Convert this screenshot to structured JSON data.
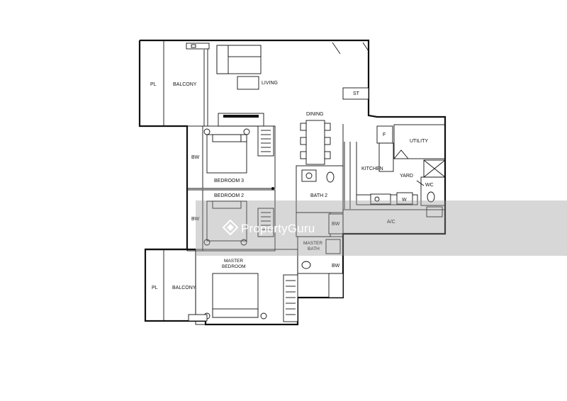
{
  "floorplan": {
    "rooms": {
      "living": "LIVING",
      "dining": "DINING",
      "kitchen": "KITCHEN",
      "utility": "UTILITY",
      "yard": "YARD",
      "wc": "WC",
      "w": "W",
      "f": "F",
      "st": "ST",
      "bath2": "BATH 2",
      "bedroom3": "BEDROOM 3",
      "bedroom2": "BEDROOM 2",
      "master_bedroom_1": "MASTER",
      "master_bedroom_2": "BEDROOM",
      "master_bath_1": "MASTER",
      "master_bath_2": "BATH",
      "ac": "A/C",
      "balcony_top": "BALCONY",
      "pl_top": "PL",
      "balcony_bottom": "BALCONY",
      "pl_bottom": "PL",
      "bw_bed3": "BW",
      "bw_bed2": "BW",
      "bw_bath2": "BW",
      "bw_master": "BW"
    }
  },
  "watermark": {
    "text": "PropertyGuru",
    "logo_icon": "propertyguru-logo-icon"
  }
}
